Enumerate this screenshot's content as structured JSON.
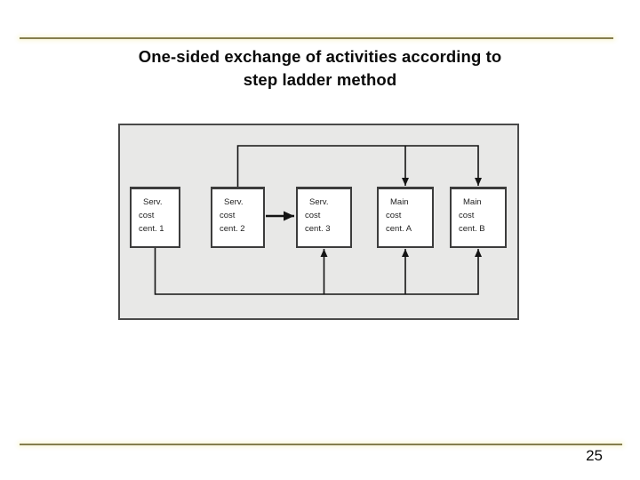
{
  "slide": {
    "title": {
      "line1": "One-sided exchange of activities according to",
      "line2": "step ladder method"
    },
    "page_number": "25"
  },
  "diagram": {
    "boxes": [
      {
        "id": "serv-cost-cent-1",
        "lines": [
          "Serv.",
          "cost",
          "cent. 1"
        ]
      },
      {
        "id": "serv-cost-cent-2",
        "lines": [
          "Serv.",
          "cost",
          "cent. 2"
        ]
      },
      {
        "id": "serv-cost-cent-3",
        "lines": [
          "Serv.",
          "cost",
          "cent. 3"
        ]
      },
      {
        "id": "main-cost-cent-a",
        "lines": [
          "Main",
          "cost",
          "cent. A"
        ]
      },
      {
        "id": "main-cost-cent-b",
        "lines": [
          "Main",
          "cost",
          "cent. B"
        ]
      }
    ],
    "connections": [
      {
        "from": "serv-cost-cent-1",
        "to": [
          "serv-cost-cent-3",
          "main-cost-cent-a",
          "main-cost-cent-b"
        ],
        "route": "bottom"
      },
      {
        "from": "serv-cost-cent-2",
        "to": [
          "serv-cost-cent-3"
        ],
        "route": "direct"
      },
      {
        "from": "serv-cost-cent-2",
        "to": [
          "main-cost-cent-a",
          "main-cost-cent-b"
        ],
        "route": "top"
      }
    ]
  },
  "colors": {
    "accent_rule": "#857E4E",
    "panel_background": "#E8E8E7",
    "box_border": "#3C3C3C",
    "connector": "#141414",
    "title_text": "#0A0A0A"
  }
}
